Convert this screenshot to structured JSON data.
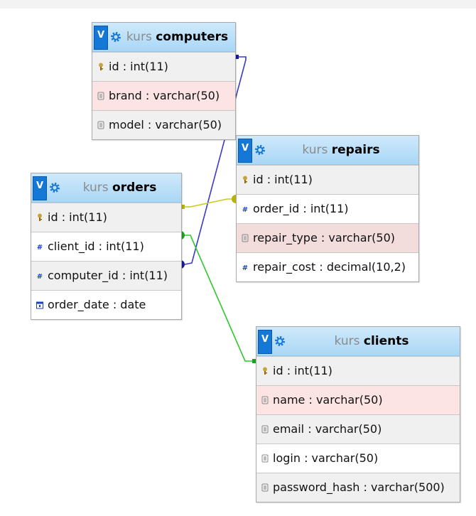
{
  "db_prefix": "kurs",
  "toggle_label": "V",
  "tables": {
    "computers": {
      "name": "computers",
      "columns": [
        {
          "text": "id : int(11)",
          "icon": "key-icon"
        },
        {
          "text": "brand : varchar(50)",
          "icon": "field-icon"
        },
        {
          "text": "model : varchar(50)",
          "icon": "field-icon"
        }
      ]
    },
    "orders": {
      "name": "orders",
      "columns": [
        {
          "text": "id : int(11)",
          "icon": "key-icon"
        },
        {
          "text": "client_id : int(11)",
          "icon": "numeric-icon"
        },
        {
          "text": "computer_id : int(11)",
          "icon": "numeric-icon"
        },
        {
          "text": "order_date : date",
          "icon": "date-icon"
        }
      ]
    },
    "repairs": {
      "name": "repairs",
      "columns": [
        {
          "text": "id : int(11)",
          "icon": "key-icon"
        },
        {
          "text": "order_id : int(11)",
          "icon": "numeric-icon"
        },
        {
          "text": "repair_type : varchar(50)",
          "icon": "field-icon"
        },
        {
          "text": "repair_cost : decimal(10,2)",
          "icon": "numeric-icon"
        }
      ]
    },
    "clients": {
      "name": "clients",
      "columns": [
        {
          "text": "id : int(11)",
          "icon": "key-icon"
        },
        {
          "text": "name : varchar(50)",
          "icon": "field-icon"
        },
        {
          "text": "email : varchar(50)",
          "icon": "field-icon"
        },
        {
          "text": "login : varchar(50)",
          "icon": "field-icon"
        },
        {
          "text": "password_hash : varchar(500)",
          "icon": "field-icon"
        }
      ]
    }
  },
  "relations": [
    {
      "from": "orders.computer_id",
      "to": "computers.id",
      "color": "#3a3ac8"
    },
    {
      "from": "orders.id",
      "to": "repairs.order_id",
      "color": "#c8c81e"
    },
    {
      "from": "orders.client_id",
      "to": "clients.id",
      "color": "#2ec82e"
    }
  ],
  "colors": {
    "header_top": "#cfe9fb",
    "header_bottom": "#a9d7f6",
    "toggle": "#1577d6",
    "row_pink": "#fce4e4",
    "row_gray": "#f0f0f0"
  }
}
